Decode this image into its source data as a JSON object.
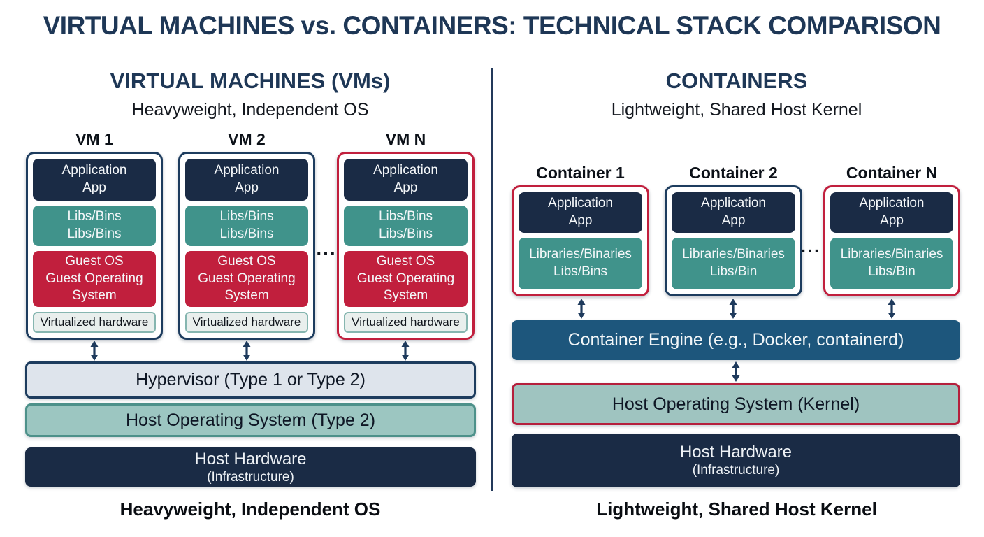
{
  "title": "VIRTUAL MACHINES vs. CONTAINERS: TECHNICAL STACK COMPARISON",
  "colors": {
    "heading_navy": "#1e3756",
    "box_navy": "#1a2b45",
    "border_navy": "#1d3c5e",
    "teal": "#40938b",
    "red": "#c11f3d",
    "engine_blue": "#1d567c",
    "hypervisor_bg": "#dee4ec",
    "host_os_left_bg": "#9cc6c1",
    "host_os_right_bg": "#9fc4c0",
    "virtual_hw_bg": "#e9efed"
  },
  "vm_section": {
    "heading": "VIRTUAL MACHINES (VMs)",
    "subheading": "Heavyweight, Independent OS",
    "ellipsis": "...",
    "vms": [
      {
        "label": "VM 1",
        "app_line1": "Application",
        "app_line2": "App",
        "libs_line1": "Libs/Bins",
        "libs_line2": "Libs/Bins",
        "guest_line1": "Guest OS",
        "guest_line2": "Guest Operating",
        "guest_line3": "System",
        "virtual_hw": "Virtualized hardware"
      },
      {
        "label": "VM 2",
        "app_line1": "Application",
        "app_line2": "App",
        "libs_line1": "Libs/Bins",
        "libs_line2": "Libs/Bins",
        "guest_line1": "Guest OS",
        "guest_line2": "Guest Operating",
        "guest_line3": "System",
        "virtual_hw": "Virtualized hardware"
      },
      {
        "label": "VM N",
        "app_line1": "Application",
        "app_line2": "App",
        "libs_line1": "Libs/Bins",
        "libs_line2": "Libs/Bins",
        "guest_line1": "Guest OS",
        "guest_line2": "Guest Operating",
        "guest_line3": "System",
        "virtual_hw": "Virtualized hardware"
      }
    ],
    "hypervisor_label": "Hypervisor (Type 1 or Type 2)",
    "host_os_label": "Host Operating System (Type 2)",
    "host_hw_line1": "Host Hardware",
    "host_hw_line2": "(Infrastructure)",
    "caption": "Heavyweight, Independent OS"
  },
  "container_section": {
    "heading": "CONTAINERS",
    "subheading": "Lightweight, Shared Host Kernel",
    "ellipsis": "...",
    "containers": [
      {
        "label": "Container 1",
        "app_line1": "Application",
        "app_line2": "App",
        "libs_line1": "Libraries/Binaries",
        "libs_line2": "Libs/Bins"
      },
      {
        "label": "Container 2",
        "app_line1": "Application",
        "app_line2": "App",
        "libs_line1": "Libraries/Binaries",
        "libs_line2": "Libs/Bin"
      },
      {
        "label": "Container N",
        "app_line1": "Application",
        "app_line2": "App",
        "libs_line1": "Libraries/Binaries",
        "libs_line2": "Libs/Bin"
      }
    ],
    "engine_label": "Container Engine (e.g., Docker, containerd)",
    "host_os_label": "Host Operating System (Kernel)",
    "host_hw_line1": "Host Hardware",
    "host_hw_line2": "(Infrastructure)",
    "caption": "Lightweight, Shared Host Kernel"
  }
}
